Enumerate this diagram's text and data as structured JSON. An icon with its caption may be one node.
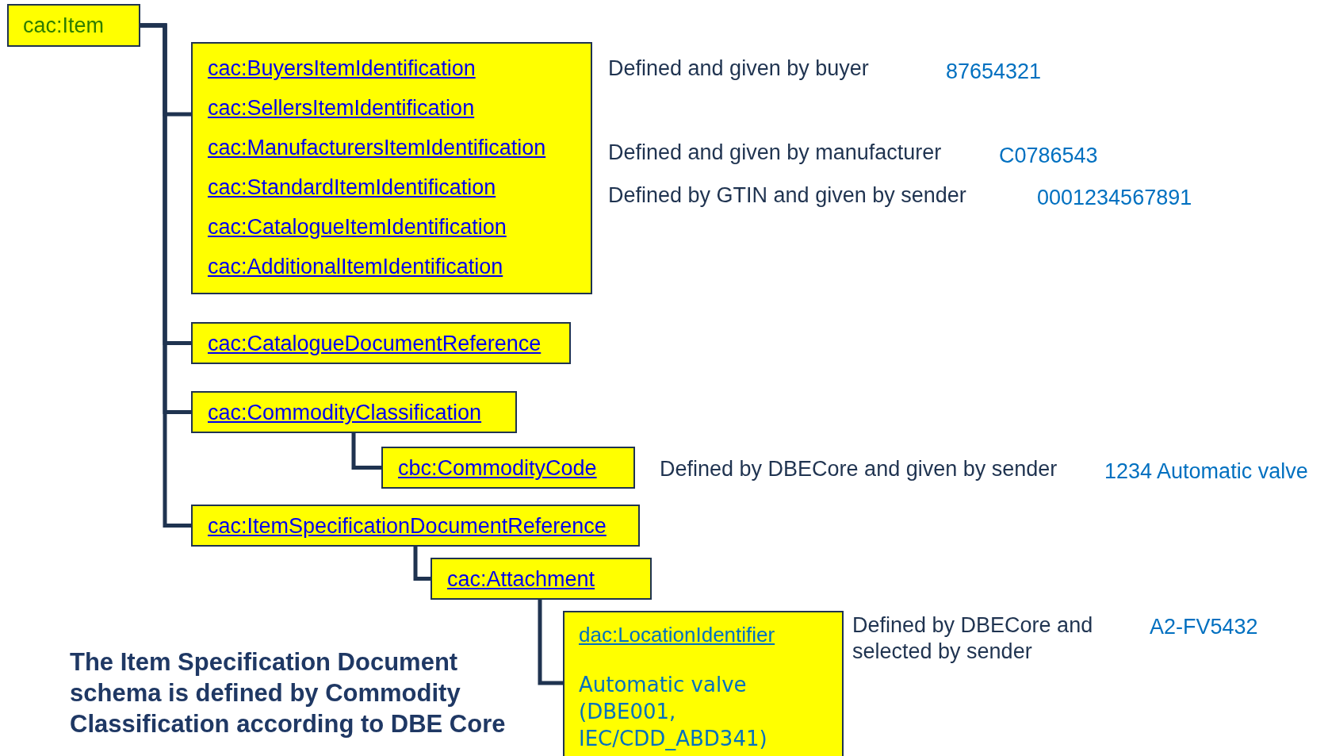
{
  "diagram": {
    "nodes": [
      {
        "text": [
          "cac:Item"
        ]
      },
      {
        "text": [
          "cac:BuyersItemIdentification",
          "cac:SellersItemIdentification",
          "cac:ManufacturersItemIdentification",
          "cac:StandardItemIdentification",
          "cac:CatalogueItemIdentification",
          "cac:AdditionalItemIdentification"
        ]
      },
      {
        "text": [
          "cac:CatalogueDocumentReference"
        ]
      },
      {
        "text": [
          "cac:CommodityClassification"
        ]
      },
      {
        "text": [
          "cbc:CommodityCode"
        ]
      },
      {
        "text": [
          "cac:ItemSpecificationDocumentReference"
        ]
      },
      {
        "text": [
          "cac:Attachment"
        ]
      },
      {
        "text": [
          "dac:LocationIdentifier",
          "Automatic valve (DBE001, IEC/CDD_ABD341)"
        ]
      }
    ],
    "edges": [
      {
        "from": 0,
        "to": 1,
        "arrow": "none"
      },
      {
        "from": 0,
        "to": 2,
        "arrow": "none"
      },
      {
        "from": 0,
        "to": 3,
        "arrow": "none"
      },
      {
        "from": 0,
        "to": 5,
        "arrow": "none"
      },
      {
        "from": 3,
        "to": 4,
        "arrow": "none"
      },
      {
        "from": 5,
        "to": 6,
        "arrow": "none"
      },
      {
        "from": 6,
        "to": 7,
        "arrow": "none"
      }
    ],
    "labels": [
      "Defined and given by buyer",
      "87654321",
      "Defined and given by manufacturer",
      "C0786543",
      "Defined by GTIN and given by sender",
      "0001234567891",
      "Defined by DBECore and given by sender",
      "1234 Automatic valve",
      "Defined by DBECore and selected by sender",
      "A2-FV5432",
      "The Item Specification Document schema is defined by Commodity Classification according to DBE Core"
    ]
  }
}
